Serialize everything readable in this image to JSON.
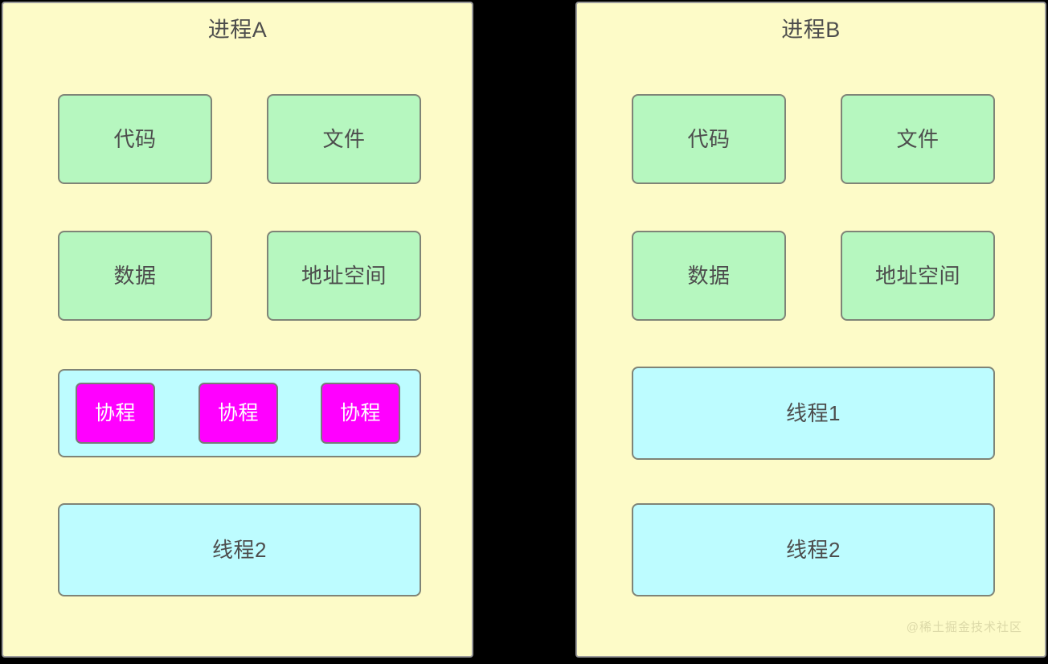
{
  "diagram": {
    "title_semantic": "process-thread-coroutine-comparison",
    "background_color": "#000000",
    "panel_background": "#fdfbc8",
    "panel_border": "#9b9b9b",
    "colors": {
      "resource_fill": "#b6f7bf",
      "thread_fill": "#bdfcff",
      "coroutine_fill": "#ff00ff",
      "node_border": "#7f8477",
      "text": "#4d4d4d",
      "coroutine_text": "#ffffff",
      "watermark_text": "#dcd9a8"
    }
  },
  "panels": [
    {
      "id": "process-a",
      "title": "进程A",
      "resources": [
        {
          "label": "代码"
        },
        {
          "label": "文件"
        },
        {
          "label": "数据"
        },
        {
          "label": "地址空间"
        }
      ],
      "coroutine_group": {
        "coroutines": [
          {
            "label": "协程"
          },
          {
            "label": "协程"
          },
          {
            "label": "协程"
          }
        ]
      },
      "threads": [
        {
          "label": "线程2"
        }
      ]
    },
    {
      "id": "process-b",
      "title": "进程B",
      "resources": [
        {
          "label": "代码"
        },
        {
          "label": "文件"
        },
        {
          "label": "数据"
        },
        {
          "label": "地址空间"
        }
      ],
      "threads": [
        {
          "label": "线程1"
        },
        {
          "label": "线程2"
        }
      ]
    }
  ],
  "watermark": {
    "text": "@稀土掘金技术社区"
  }
}
